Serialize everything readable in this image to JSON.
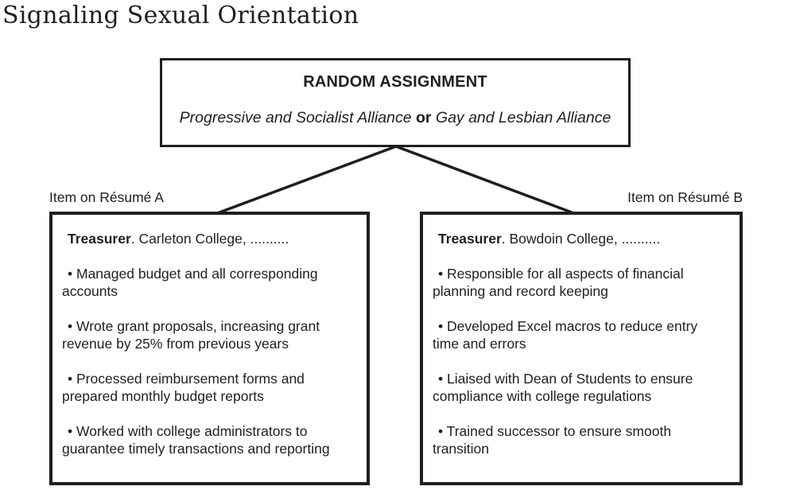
{
  "page": {
    "title": "Signaling Sexual Orientation"
  },
  "assignment_box": {
    "heading": "RANDOM ASSIGNMENT",
    "option_a": "Progressive and Socialist Alliance",
    "conjunction": "or",
    "option_b": "Gay and Lesbian Alliance"
  },
  "resume_a": {
    "label": "Item on Résumé A",
    "position_bold": "Treasurer",
    "position_rest": ". Carleton College, ..........",
    "bullets": [
      "• Managed budget and all corresponding accounts",
      "• Wrote grant proposals, increasing grant revenue by 25% from previous years",
      "• Processed reimbursement forms and prepared monthly budget reports",
      "• Worked with college administrators to guarantee timely transactions and reporting"
    ]
  },
  "resume_b": {
    "label": "Item on Résumé B",
    "position_bold": "Treasurer",
    "position_rest": ". Bowdoin College, ..........",
    "bullets": [
      "• Responsible for all aspects of financial planning and record keeping",
      "• Developed Excel macros to reduce entry time and errors",
      "• Liaised with Dean of Students to ensure compliance with college regulations",
      "• Trained successor to ensure smooth transition"
    ]
  },
  "colors": {
    "background": "#ffffff",
    "ink": "#211e1f"
  }
}
